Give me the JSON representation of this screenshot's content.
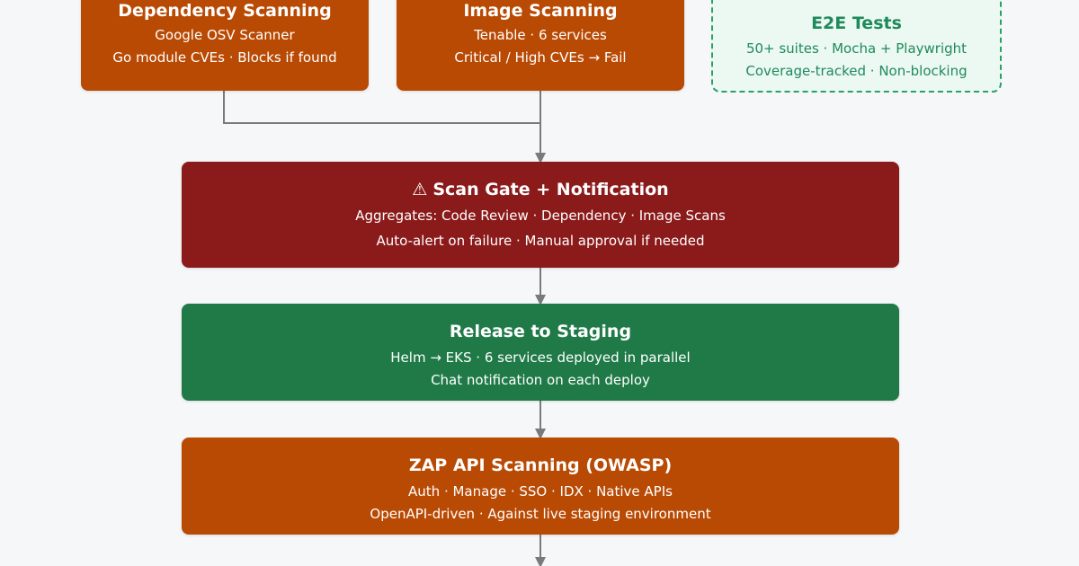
{
  "dependency_scanning": {
    "title": "Dependency Scanning",
    "lines": [
      "Google OSV Scanner",
      "Go module CVEs · Blocks if found"
    ]
  },
  "image_scanning": {
    "title": "Image Scanning",
    "lines": [
      "Tenable · 6 services",
      "Critical / High CVEs → Fail"
    ]
  },
  "e2e_tests": {
    "title": "E2E Tests",
    "lines": [
      "50+ suites · Mocha + Playwright",
      "Coverage-tracked · Non-blocking"
    ]
  },
  "scan_gate": {
    "icon": "warning-icon",
    "icon_glyph": "⚠",
    "title": "Scan Gate + Notification",
    "lines": [
      "Aggregates: Code Review · Dependency · Image Scans",
      "Auto-alert on failure · Manual approval if needed"
    ]
  },
  "release_staging": {
    "title": "Release to Staging",
    "lines": [
      "Helm → EKS · 6 services deployed in parallel",
      "Chat notification on each deploy"
    ]
  },
  "zap_scanning": {
    "title": "ZAP API Scanning (OWASP)",
    "lines": [
      "Auth · Manage · SSO · IDX · Native APIs",
      "OpenAPI-driven · Against live staging environment"
    ]
  },
  "colors": {
    "scan_step": "#b94a04",
    "gate": "#8b1a1a",
    "release": "#1f7a48",
    "e2e_border": "#2aa06a",
    "connector": "#7a7a7a"
  }
}
